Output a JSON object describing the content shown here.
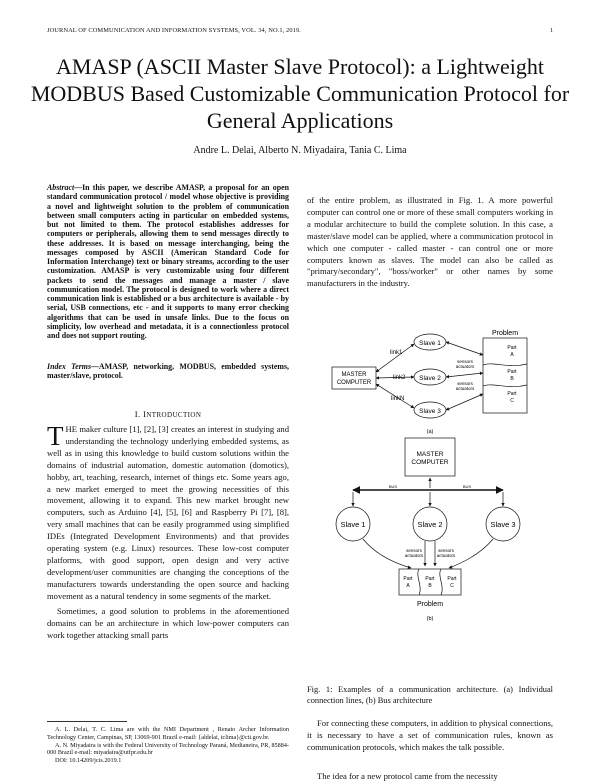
{
  "header": {
    "journal": "JOURNAL OF COMMUNICATION AND INFORMATION SYSTEMS, VOL. 34, NO.1, 2019.",
    "page": "1"
  },
  "title": "AMASP (ASCII Master Slave Protocol): a Lightweight MODBUS Based Customizable Communication Protocol for General Applications",
  "authors": "Andre L. Delai, Alberto N. Miyadaira, Tania C. Lima",
  "abstract": {
    "lead": "Abstract",
    "text": "—In this paper, we describe AMASP, a proposal for an open standard communication protocol / model whose objective is providing a novel and lightweight solution to the problem of communication between small computers acting in particular on embedded systems, but not limited to them. The protocol establishes addresses for computers or peripherals, allowing them to send messages directly to these addresses. It is based on message interchanging, being the messages composed by ASCII (American Standard Code for Information Interchange) text or binary streams, according to the user customization. AMASP is very customizable using four different packets to send the messages and manage a master / slave communication model. The protocol is designed to work where a direct communication link is established or a bus architecture is available - by serial, USB connections, etc - and it supports to many error checking algorithms that can be used in unsafe links. Due to the focus on simplicity, low overhead and metadata, it is a connectionless protocol and does not support routing."
  },
  "index_terms": {
    "lead": "Index Terms",
    "text": "—AMASP, networking, MODBUS, embedded systems, master/slave, protocol."
  },
  "section1": {
    "number": "I. ",
    "first": "I",
    "rest": "NTRODUCTION"
  },
  "intro": {
    "dropcap": "T",
    "p1": "HE maker culture [1], [2], [3] creates an interest in studying and understanding the technology underlying embedded systems, as well as in using this knowledge to build custom solutions within the domains of industrial automation, domestic automation (domotics), hobby, art, teaching, research, internet of things etc. Some years ago, a new market emerged to meet the growing necessities of this movement, allowing it to expand. This new market brought new computers, such as Arduino [4], [5], [6] and Raspberry Pi [7], [8], very small machines that can be easily programmed using simplified IDEs (Integrated Development Environments) and that provides operating system (e.g. Linux) resources. These low-cost computer platforms, with good support, open design and very active development/user communities are changing the conceptions of the manufacturers towards understanding the open source and hacking movement as a natural tendency in some segments of the market.",
    "p2": "Sometimes, a good solution to problems in the aforementioned domains can be an architecture in which low-power computers can work together attacking small parts",
    "p3": "of the entire problem, as illustrated in Fig. 1. A more powerful computer can control one or more of these small computers working in a modular architecture to build the complete solution. In this case, a master/slave model can be applied, where a communication protocol in which one computer - called master - can control one or more computers known as slaves. The model can also be called as \"primary/secondary\", \"boss/worker\" or other names by some manufacturers in the industry.",
    "p4": "For connecting these computers, in addition to physical connections, it is necessary to have a set of communication rules, known as communication protocols, which makes the talk possible.",
    "p5": "The idea for a new protocol came from the necessity"
  },
  "footnotes": {
    "f1": "A. L. Delai, T. C. Lima are with the NMI Department , Renato Archer Information Technology Center, Campinas, SP, 13069-901 Brazil e-mail: {aldelai, tclima}@cti.gov.br.",
    "f2": "A. N. Miyadaira is with the Federal University of Technology Paraná, Medianeira, PR, 85884-000 Brazil e-mail: miyadaira@utfpr.edu.br",
    "doi": "DOI: 10.14209/jcis.2019.1"
  },
  "figure": {
    "master": [
      "MASTER",
      "COMPUTER"
    ],
    "slave1": "Slave 1",
    "slave2": "Slave 2",
    "slave3": "Slave 3",
    "link1": "link1",
    "link2": "link2",
    "linkN": "linkN",
    "problem": "Problem",
    "sensors": [
      "sensors",
      "actuators"
    ],
    "partA": [
      "Part",
      "A"
    ],
    "partB": [
      "Part",
      "B"
    ],
    "partC": [
      "Part",
      "C"
    ],
    "bus": "BUS",
    "label_a": "(a)",
    "label_b": "(b)",
    "caption": "Fig. 1: Examples of a communication architecture. (a) Individual connection lines, (b) Bus architecture"
  }
}
